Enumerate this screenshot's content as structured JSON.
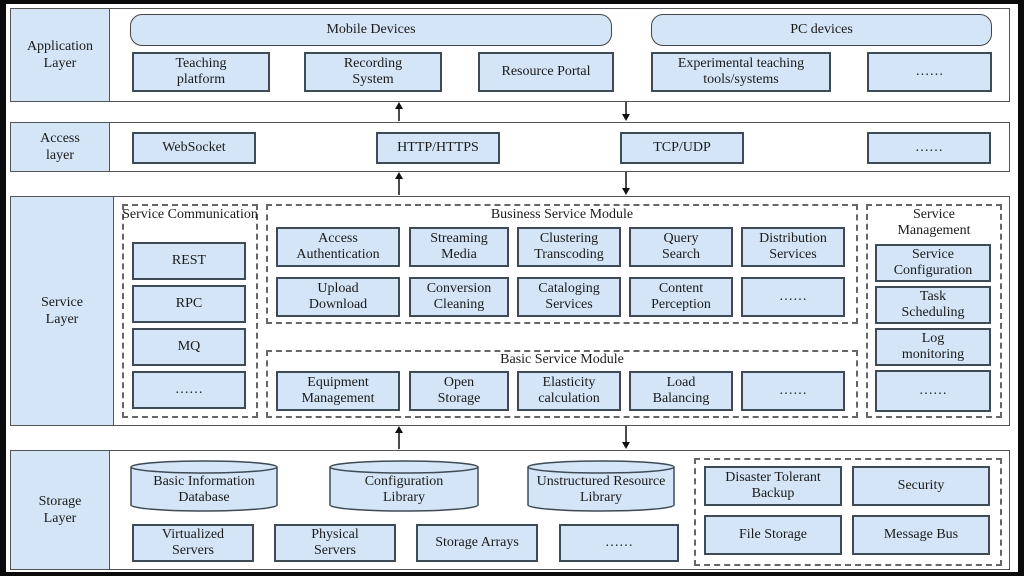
{
  "application_layer": {
    "label": "Application Layer",
    "mobile_devices": "Mobile Devices",
    "pc_devices": "PC devices",
    "items": [
      "Teaching platform",
      "Recording System",
      "Resource Portal",
      "Experimental teaching tools/systems",
      "……"
    ]
  },
  "access_layer": {
    "label": "Access layer",
    "items": [
      "WebSocket",
      "HTTP/HTTPS",
      "TCP/UDP",
      "……"
    ]
  },
  "service_layer": {
    "label": "Service Layer",
    "communication": {
      "title": "Service Communication",
      "items": [
        "REST",
        "RPC",
        "MQ",
        "……"
      ]
    },
    "business": {
      "title": "Business Service Module",
      "row1": [
        "Access Authentication",
        "Streaming Media",
        "Clustering Transcoding",
        "Query Search",
        "Distribution Services"
      ],
      "row2": [
        "Upload Download",
        "Conversion Cleaning",
        "Cataloging Services",
        "Content Perception",
        "……"
      ]
    },
    "basic": {
      "title": "Basic Service Module",
      "items": [
        "Equipment Management",
        "Open Storage",
        "Elasticity calculation",
        "Load Balancing",
        "……"
      ]
    },
    "management": {
      "title": "Service Management",
      "items": [
        "Service Configuration",
        "Task Scheduling",
        "Log monitoring",
        "……"
      ]
    }
  },
  "storage_layer": {
    "label": "Storage Layer",
    "databases": [
      "Basic Information Database",
      "Configuration Library",
      "Unstructured Resource Library"
    ],
    "servers": [
      "Virtualized Servers",
      "Physical Servers",
      "Storage Arrays",
      "……"
    ],
    "support": [
      "Disaster Tolerant Backup",
      "Security",
      "File Storage",
      "Message Bus"
    ]
  }
}
